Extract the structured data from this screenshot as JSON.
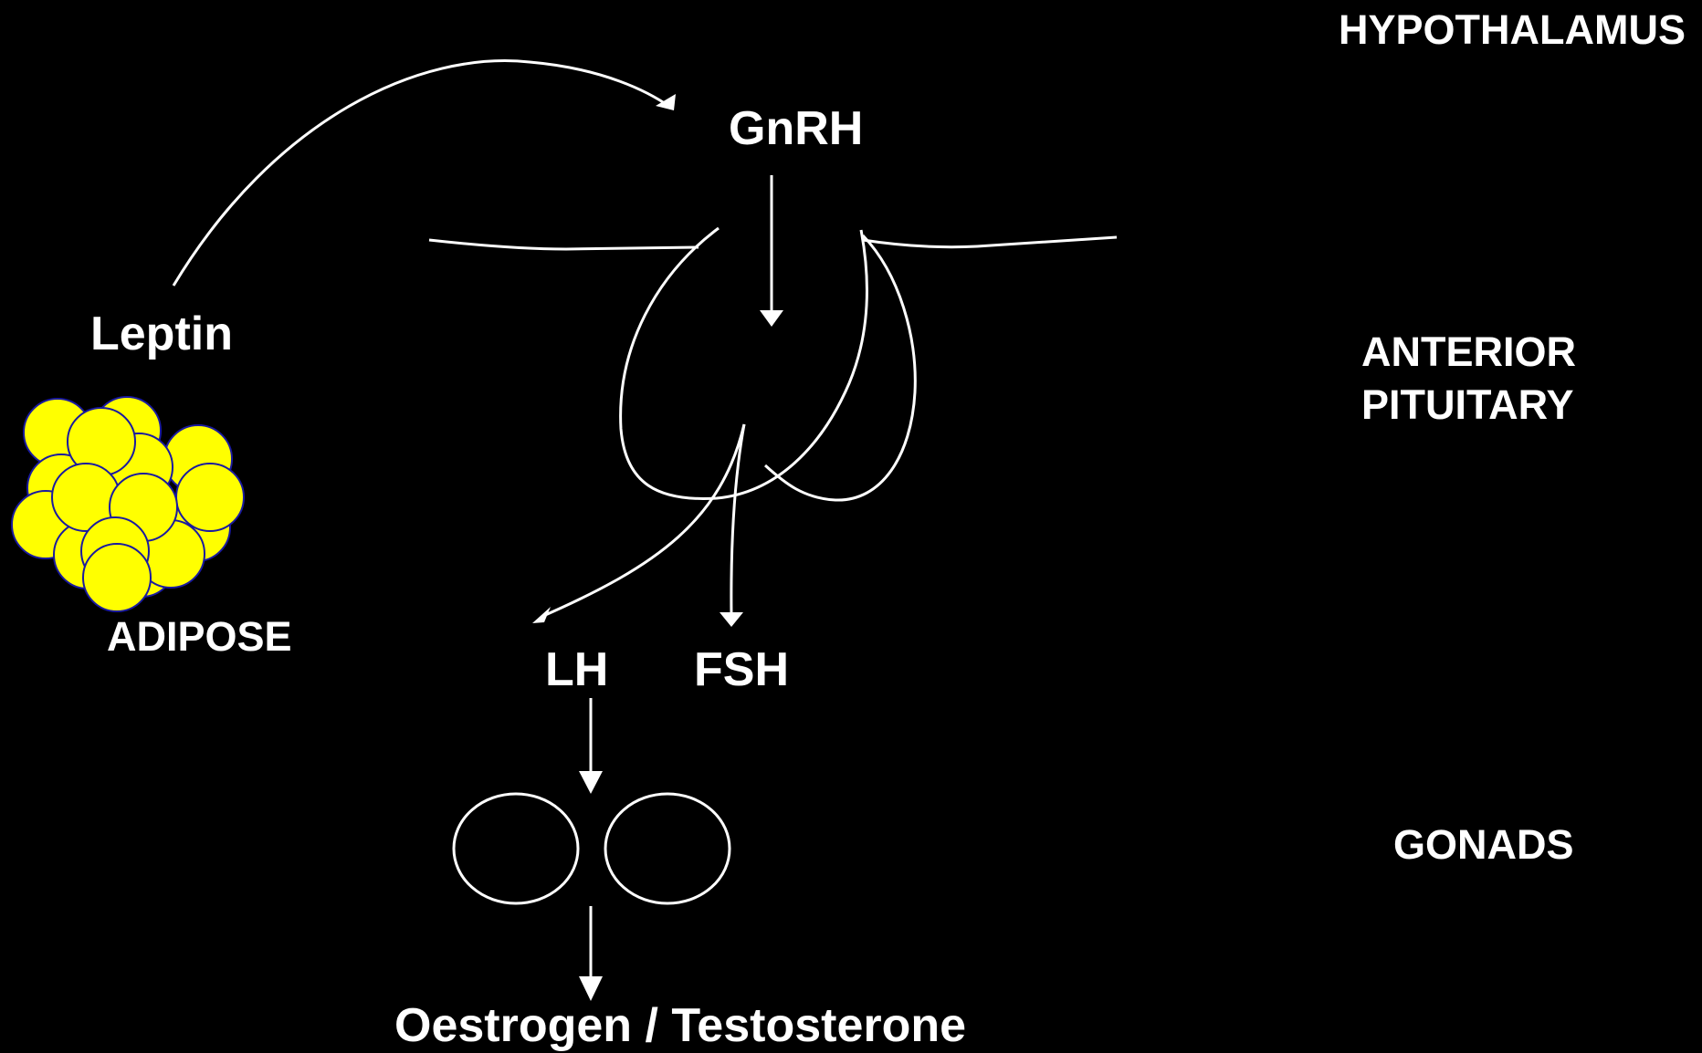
{
  "diagram": {
    "regions": {
      "hypothalamus": "HYPOTHALAMUS",
      "anterior_pituitary_line1": "ANTERIOR",
      "anterior_pituitary_line2": "PITUITARY",
      "gonads": "GONADS"
    },
    "hormones": {
      "gnrh": "GnRH",
      "leptin": "Leptin",
      "lh": "LH",
      "fsh": "FSH",
      "sex_steroids": "Oestrogen / Testosterone"
    },
    "tissue": {
      "adipose": "ADIPOSE"
    },
    "colors": {
      "background": "#000000",
      "text": "#ffffff",
      "line": "#ffffff",
      "fat_cell_fill": "#ffff00",
      "fat_cell_stroke": "#1a1aa0"
    }
  }
}
